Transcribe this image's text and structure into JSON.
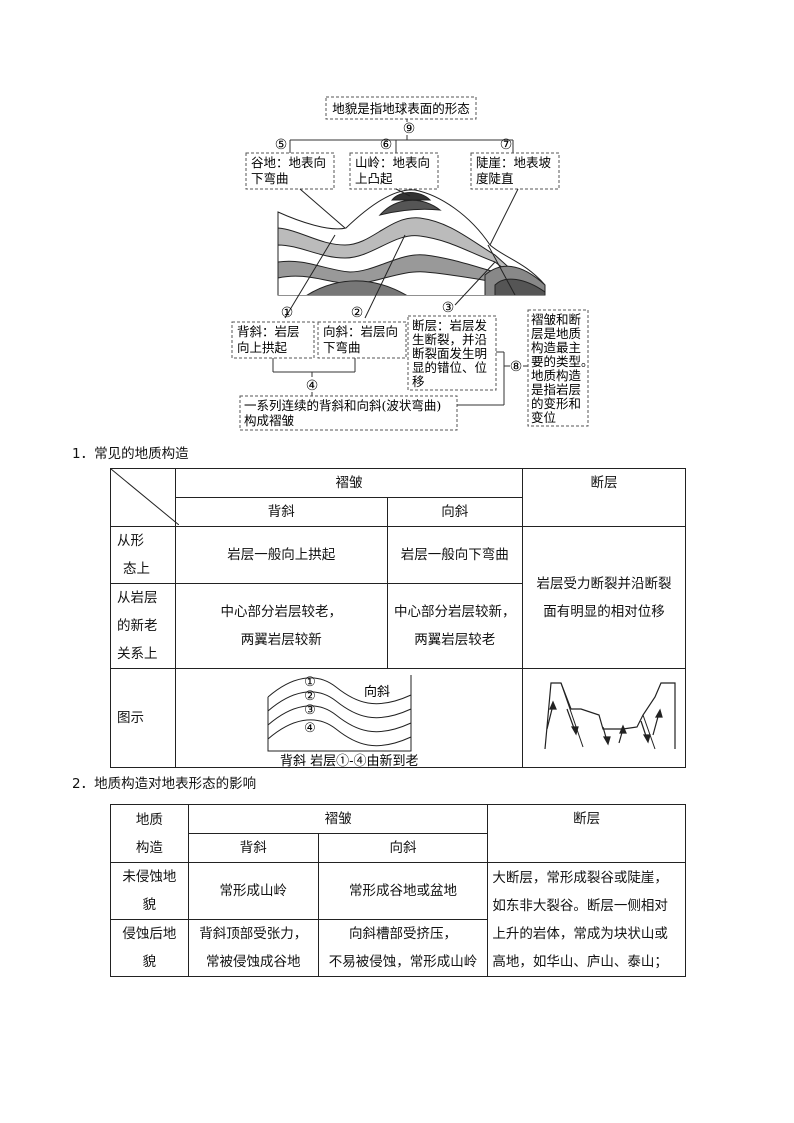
{
  "diagram": {
    "top": "地貌是指地球表面的形态",
    "n9": "⑨",
    "n5": "⑤",
    "n6": "⑥",
    "n7": "⑦",
    "valley": [
      "谷地：地表向",
      "下弯曲"
    ],
    "ridge": [
      "山岭：地表向",
      "上凸起"
    ],
    "cliff": [
      "陡崖：地表坡",
      "度陡直"
    ],
    "n1": "①",
    "n2": "②",
    "n3": "③",
    "n4": "④",
    "n8": "⑧",
    "anticline": [
      "背斜：岩层",
      "向上拱起"
    ],
    "syncline": [
      "向斜：岩层向",
      "下弯曲"
    ],
    "fault": [
      "断层：岩层发",
      "生断裂，并沿",
      "断裂面发生明",
      "显的错位、位",
      "移"
    ],
    "folds": [
      "一系列连续的背斜和向斜(波状弯曲)",
      "构成褶皱"
    ],
    "structure": [
      "褶皱和断",
      "层是地质",
      "构造最主",
      "要的类型。",
      "地质构造",
      "是指岩层",
      "的变形和",
      "变位"
    ]
  },
  "section1": {
    "title": "1．常见的地质构造",
    "fold": "褶皱",
    "fault": "断层",
    "anticline": "背斜",
    "syncline": "向斜",
    "row1_label": [
      "从形",
      "态上"
    ],
    "row1_anticline": "岩层一般向上拱起",
    "row1_syncline": "岩层一般向下弯曲",
    "fault_desc": [
      "岩层受力断裂并沿断裂",
      "面有明显的相对位移"
    ],
    "row2_label": [
      "从岩层",
      "的新老",
      "关系上"
    ],
    "row2_anticline": [
      "中心部分岩层较老，",
      "两翼岩层较新"
    ],
    "row2_syncline": [
      "中心部分岩层较新，",
      "两翼岩层较老"
    ],
    "row3_label": "图示",
    "fig_labels": [
      "①",
      "②",
      "③",
      "④"
    ],
    "fig_syncline": "向斜",
    "fig_caption": "背斜  岩层①-④由新到老"
  },
  "section2": {
    "title": "2．地质构造对地表形态的影响",
    "structure": [
      "地质",
      "构造"
    ],
    "fold": "褶皱",
    "fault": "断层",
    "anticline": "背斜",
    "syncline": "向斜",
    "row1_label": [
      "未侵蚀地",
      "貌"
    ],
    "row1_anticline": "常形成山岭",
    "row1_syncline": "常形成谷地或盆地",
    "fault_desc": [
      "大断层，常形成裂谷或陡崖，",
      "如东非大裂谷。断层一侧相对",
      "上升的岩体，常成为块状山或",
      "高地，如华山、庐山、泰山；"
    ],
    "row2_label": [
      "侵蚀后地",
      "貌"
    ],
    "row2_anticline": [
      "背斜顶部受张力，",
      "常被侵蚀成谷地"
    ],
    "row2_syncline": [
      "向斜槽部受挤压，",
      "不易被侵蚀，常形成山岭"
    ]
  }
}
